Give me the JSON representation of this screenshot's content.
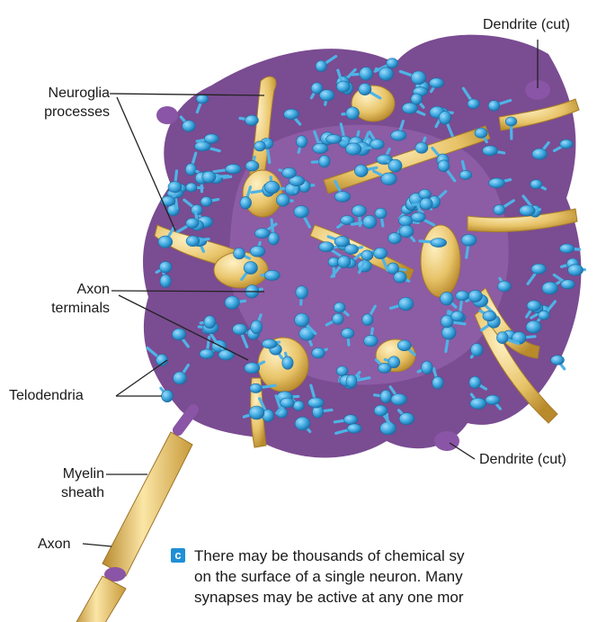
{
  "labels": {
    "dendrite_top": "Dendrite (cut)",
    "dendrite_bottom": "Dendrite (cut)",
    "neuroglia": [
      "Neuroglia",
      "processes"
    ],
    "axon_terminals": [
      "Axon",
      "terminals"
    ],
    "telodendria": "Telodendria",
    "myelin_sheath": [
      "Myelin",
      "sheath"
    ],
    "axon": "Axon"
  },
  "caption": {
    "badge": "c",
    "lines": [
      "There may be thousands of chemical sy",
      "on the surface of a single neuron. Many",
      "synapses may be active at any one mor"
    ]
  },
  "colors": {
    "bouton_blue": "#3fa9e0",
    "glia_yellow": "#e8c469",
    "soma_purple": "#7a4c92",
    "myelin_yellow": "#e3bd5a",
    "badge_blue": "#1f8fd6"
  }
}
